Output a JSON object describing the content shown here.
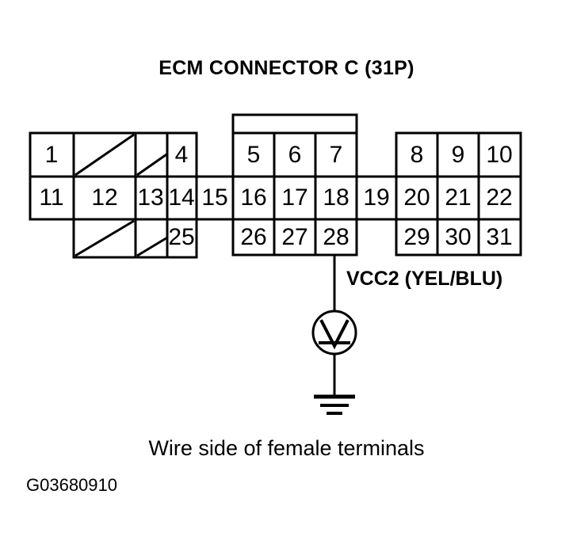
{
  "title": "ECM CONNECTOR C (31P)",
  "caption": "Wire side of female terminals",
  "figure_id": "G03680910",
  "probe": {
    "label": "VCC2 (YEL/BLU)",
    "signal_name": "VCC2",
    "wire_color": "YEL/BLU",
    "meter_symbol": "V",
    "meter_type": "voltmeter",
    "ground_symbol": "earth-ground",
    "connected_pin": "28"
  },
  "colors": {
    "background": "#ffffff",
    "line": "#000000",
    "text": "#000000"
  },
  "connector": {
    "name": "ECM CONNECTOR C",
    "pin_count": "31P",
    "rows": 3,
    "blocks": [
      {
        "name": "left-block",
        "columns": [
          "1",
          "2",
          "3",
          "4"
        ],
        "top_row": [
          "1",
          "slash",
          "slash",
          "4"
        ],
        "middle_row": [
          "11",
          "12",
          "13",
          "14"
        ],
        "bottom_row": [
          "",
          "slash",
          "slash",
          "25"
        ]
      },
      {
        "name": "bridge-left",
        "columns": [
          "5"
        ],
        "top_row": [
          ""
        ],
        "middle_row": [
          "15"
        ],
        "bottom_row": [
          ""
        ]
      },
      {
        "name": "center-block",
        "columns": [
          "5",
          "6",
          "7"
        ],
        "top_row": [
          "5",
          "6",
          "7"
        ],
        "middle_row": [
          "16",
          "17",
          "18"
        ],
        "bottom_row": [
          "26",
          "27",
          "28"
        ]
      },
      {
        "name": "bridge-right",
        "columns": [
          "19"
        ],
        "top_row": [
          ""
        ],
        "middle_row": [
          "19"
        ],
        "bottom_row": [
          ""
        ]
      },
      {
        "name": "right-block",
        "columns": [
          "8",
          "9",
          "10"
        ],
        "top_row": [
          "8",
          "9",
          "10"
        ],
        "middle_row": [
          "20",
          "21",
          "22"
        ],
        "bottom_row": [
          "29",
          "30",
          "31"
        ]
      }
    ],
    "all_pins": [
      "1",
      "4",
      "5",
      "6",
      "7",
      "8",
      "9",
      "10",
      "11",
      "12",
      "13",
      "14",
      "15",
      "16",
      "17",
      "18",
      "19",
      "20",
      "21",
      "22",
      "25",
      "26",
      "27",
      "28",
      "29",
      "30",
      "31"
    ],
    "blank_cavities": [
      "row1-col2",
      "row1-col3",
      "row3-col2",
      "row3-col3"
    ]
  }
}
